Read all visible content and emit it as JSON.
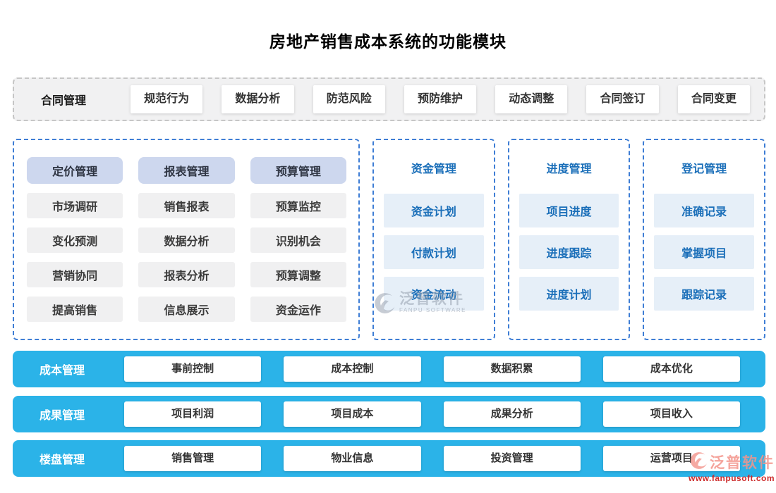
{
  "title": "房地产销售成本系统的功能模块",
  "contract_row": {
    "label": "合同管理",
    "items": [
      "规范行为",
      "数据分析",
      "防范风险",
      "预防维护",
      "动态调整",
      "合同签订",
      "合同变更"
    ]
  },
  "matrix_panel": {
    "columns": [
      {
        "header": "定价管理",
        "items": [
          "市场调研",
          "变化预测",
          "营销协同",
          "提高销售"
        ]
      },
      {
        "header": "报表管理",
        "items": [
          "销售报表",
          "数据分析",
          "报表分析",
          "信息展示"
        ]
      },
      {
        "header": "预算管理",
        "items": [
          "预算监控",
          "识别机会",
          "预算调整",
          "资金运作"
        ]
      }
    ]
  },
  "side_panels": [
    {
      "title": "资金管理",
      "items": [
        "资金计划",
        "付款计划",
        "资金流动"
      ]
    },
    {
      "title": "进度管理",
      "items": [
        "项目进度",
        "进度跟踪",
        "进度计划"
      ]
    },
    {
      "title": "登记管理",
      "items": [
        "准确记录",
        "掌握项目",
        "跟踪记录"
      ]
    }
  ],
  "bottom_rows": [
    {
      "label": "成本管理",
      "items": [
        "事前控制",
        "成本控制",
        "数据积累",
        "成本优化"
      ]
    },
    {
      "label": "成果管理",
      "items": [
        "项目利润",
        "项目成本",
        "成果分析",
        "项目收入"
      ]
    },
    {
      "label": "楼盘管理",
      "items": [
        "销售管理",
        "物业信息",
        "投资管理",
        "运营项目"
      ]
    }
  ],
  "watermark_center": {
    "name": "泛普软件",
    "sub": "FANPU SOFTWARE"
  },
  "watermark_corner": {
    "name": "泛普软件",
    "url": "www.fanpusoft.com"
  },
  "colors": {
    "accent_cyan": "#2BB3E8",
    "panel_dash_blue": "#3F7ED5",
    "row_dash_gray": "#C6C6C6",
    "header_periwinkle": "#CDD7EE",
    "item_gray": "#F0F0F1",
    "item_light_blue": "#E6EFF8",
    "text_blue": "#1B6FB9"
  }
}
